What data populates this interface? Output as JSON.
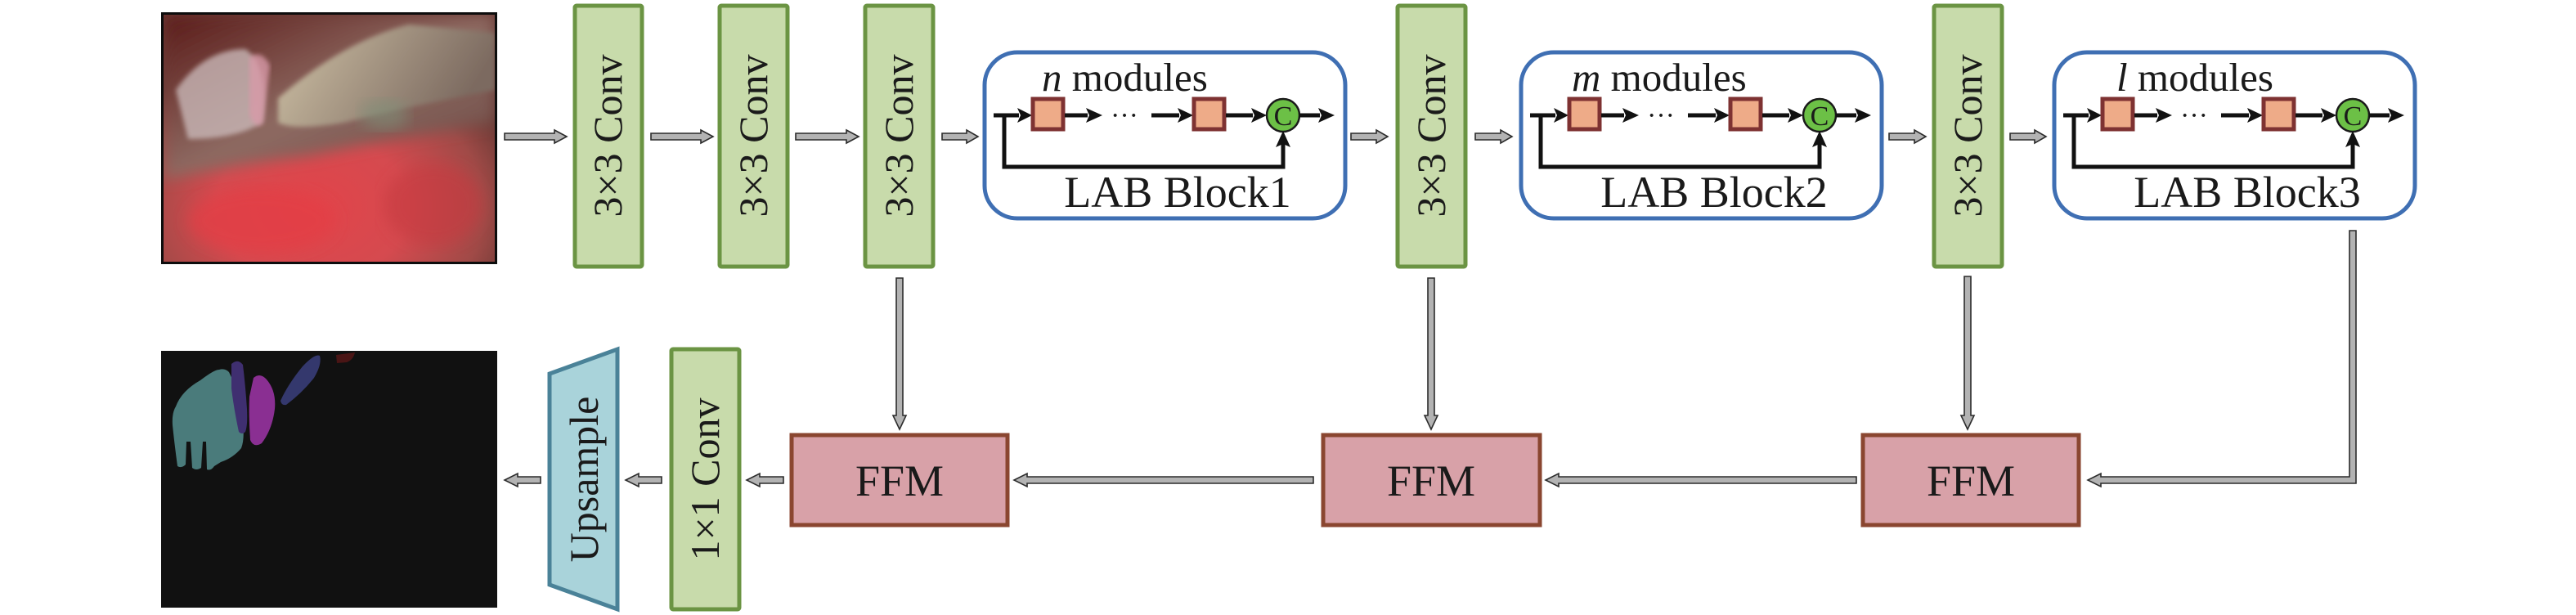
{
  "figure": {
    "input_image": {
      "label": "input-endoscopic-frame",
      "description": "surgical scene image"
    },
    "output_image": {
      "label": "segmentation-output",
      "description": "predicted segmentation mask"
    },
    "encoder": {
      "convs": [
        {
          "label": "3×3 Conv"
        },
        {
          "label": "3×3 Conv"
        },
        {
          "label": "3×3 Conv"
        },
        {
          "label": "3×3 Conv"
        },
        {
          "label": "3×3 Conv"
        }
      ],
      "lab_blocks": [
        {
          "count_var": "n",
          "modules_word": " modules",
          "name": "LAB Block1",
          "concat_symbol": "C",
          "ellipsis": "···"
        },
        {
          "count_var": "m",
          "modules_word": " modules",
          "name": "LAB Block2",
          "concat_symbol": "C",
          "ellipsis": "···"
        },
        {
          "count_var": "l",
          "modules_word": " modules",
          "name": "LAB Block3",
          "concat_symbol": "C",
          "ellipsis": "···"
        }
      ]
    },
    "decoder": {
      "ffm": [
        {
          "label": "FFM"
        },
        {
          "label": "FFM"
        },
        {
          "label": "FFM"
        }
      ],
      "conv1x1": {
        "label": "1×1 Conv"
      },
      "upsample": {
        "label": "Upsample"
      }
    },
    "colors": {
      "conv_fill": "#c8dbab",
      "conv_stroke": "#6b9443",
      "ffm_fill": "#d8a1a8",
      "ffm_stroke": "#8a4630",
      "lab_stroke": "#3f6fb3",
      "upsample_fill": "#a9d3da",
      "module_fill": "#eeab88",
      "concat_fill": "#6cc046",
      "arrow_fill": "#b3b3b3",
      "seg_classes": [
        "#4a7b7b",
        "#3f2f70",
        "#8a2f92",
        "#34386d",
        "#4a1515"
      ]
    }
  }
}
